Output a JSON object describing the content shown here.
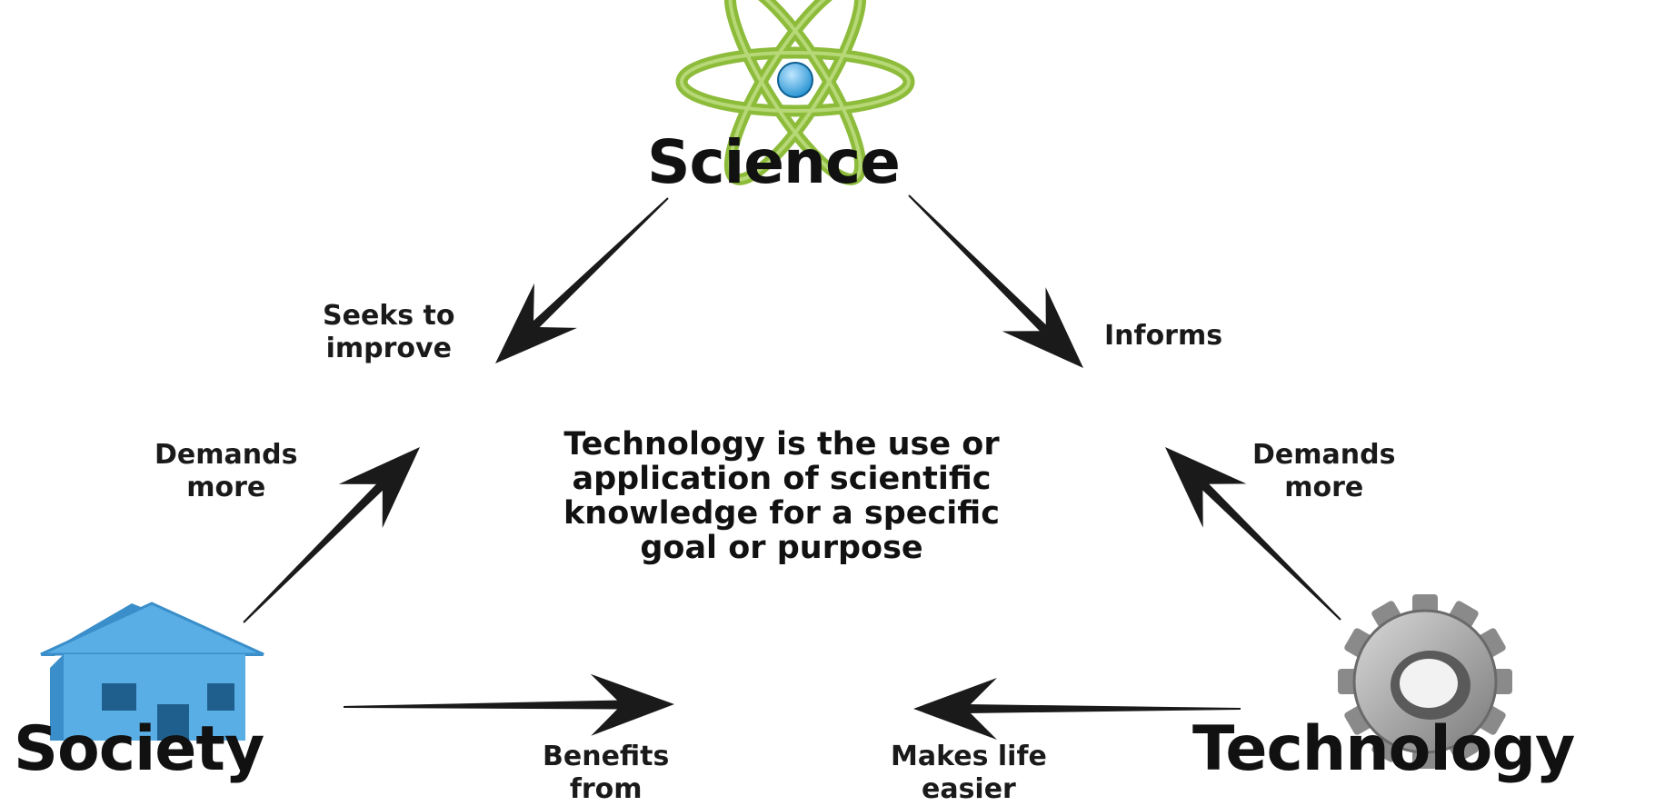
{
  "nodes": {
    "science": {
      "label": "Science",
      "icon": "atom-icon"
    },
    "society": {
      "label": "Society",
      "icon": "house-icon"
    },
    "technology": {
      "label": "Technology",
      "icon": "gear-icon"
    }
  },
  "edges": {
    "science_to_society": {
      "from": "Science",
      "to": "Society",
      "lines": [
        "Seeks to",
        "improve"
      ]
    },
    "science_to_technology": {
      "from": "Science",
      "to": "Technology",
      "lines": [
        "Informs"
      ]
    },
    "society_to_center": {
      "from": "Society",
      "to": "center",
      "lines": [
        "Demands",
        "more"
      ]
    },
    "technology_to_center": {
      "from": "Technology",
      "to": "center",
      "lines": [
        "Demands",
        "more"
      ]
    },
    "society_to_bottom": {
      "from": "Society",
      "to": "Technology",
      "lines": [
        "Benefits",
        "from"
      ]
    },
    "technology_to_bottom": {
      "from": "Technology",
      "to": "Society",
      "lines": [
        "Makes life",
        "easier"
      ]
    }
  },
  "definition": {
    "lines": [
      "Technology is the use or",
      "application of scientific",
      "knowledge for a specific",
      "goal or purpose"
    ]
  },
  "colors": {
    "atom_green": "#8dbb3a",
    "atom_nucleus": "#1f8fd0",
    "house_blue": "#5aaee6",
    "gear_gray": "#9a9a9a",
    "arrow": "#1a1a1a"
  }
}
